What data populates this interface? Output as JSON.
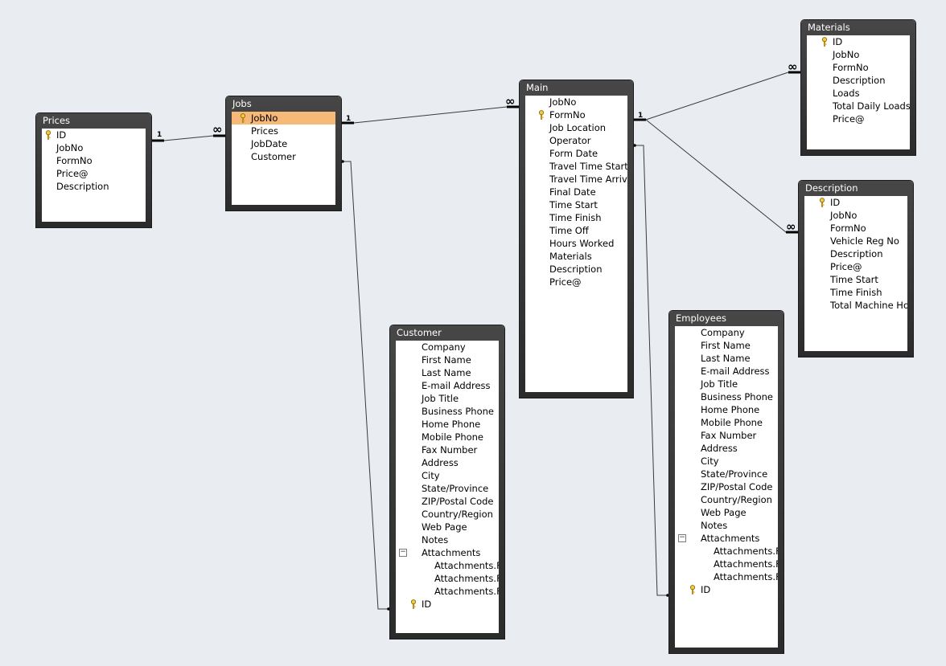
{
  "tables": [
    {
      "id": "prices",
      "name": "Prices",
      "fields": [
        {
          "name": "ID",
          "key": true
        },
        {
          "name": "JobNo"
        },
        {
          "name": "FormNo"
        },
        {
          "name": "Price@"
        },
        {
          "name": "Description"
        }
      ]
    },
    {
      "id": "jobs",
      "name": "Jobs",
      "fields": [
        {
          "name": "JobNo",
          "key": true,
          "selected": true
        },
        {
          "name": "Prices"
        },
        {
          "name": "JobDate"
        },
        {
          "name": "Customer"
        }
      ]
    },
    {
      "id": "main",
      "name": "Main",
      "fields": [
        {
          "name": "JobNo"
        },
        {
          "name": "FormNo",
          "key": true
        },
        {
          "name": "Job Location"
        },
        {
          "name": "Operator"
        },
        {
          "name": "Form Date"
        },
        {
          "name": "Travel Time Start"
        },
        {
          "name": "Travel Time Arrival"
        },
        {
          "name": "Final Date"
        },
        {
          "name": "Time Start"
        },
        {
          "name": "Time Finish"
        },
        {
          "name": "Time Off"
        },
        {
          "name": "Hours Worked"
        },
        {
          "name": "Materials"
        },
        {
          "name": "Description"
        },
        {
          "name": "Price@"
        }
      ]
    },
    {
      "id": "materials",
      "name": "Materials",
      "fields": [
        {
          "name": "ID",
          "key": true
        },
        {
          "name": "JobNo"
        },
        {
          "name": "FormNo"
        },
        {
          "name": "Description"
        },
        {
          "name": "Loads"
        },
        {
          "name": "Total Daily Loads"
        },
        {
          "name": "Price@"
        }
      ]
    },
    {
      "id": "description",
      "name": "Description",
      "fields": [
        {
          "name": "ID",
          "key": true
        },
        {
          "name": "JobNo"
        },
        {
          "name": "FormNo"
        },
        {
          "name": "Vehicle Reg No"
        },
        {
          "name": "Description"
        },
        {
          "name": "Price@"
        },
        {
          "name": "Time Start"
        },
        {
          "name": "Time Finish"
        },
        {
          "name": "Total Machine Hou"
        }
      ]
    },
    {
      "id": "customer",
      "name": "Customer",
      "fields": [
        {
          "name": "Company"
        },
        {
          "name": "First Name"
        },
        {
          "name": "Last Name"
        },
        {
          "name": "E-mail Address"
        },
        {
          "name": "Job Title"
        },
        {
          "name": "Business Phone"
        },
        {
          "name": "Home Phone"
        },
        {
          "name": "Mobile Phone"
        },
        {
          "name": "Fax Number"
        },
        {
          "name": "Address"
        },
        {
          "name": "City"
        },
        {
          "name": "State/Province"
        },
        {
          "name": "ZIP/Postal Code"
        },
        {
          "name": "Country/Region"
        },
        {
          "name": "Web Page"
        },
        {
          "name": "Notes"
        },
        {
          "name": "Attachments",
          "expander": "−"
        },
        {
          "name": "Attachments.File",
          "indent": true
        },
        {
          "name": "Attachments.File",
          "indent": true
        },
        {
          "name": "Attachments.File",
          "indent": true
        },
        {
          "name": "ID",
          "key": true
        }
      ]
    },
    {
      "id": "employees",
      "name": "Employees",
      "fields": [
        {
          "name": "Company"
        },
        {
          "name": "First Name"
        },
        {
          "name": "Last Name"
        },
        {
          "name": "E-mail Address"
        },
        {
          "name": "Job Title"
        },
        {
          "name": "Business Phone"
        },
        {
          "name": "Home Phone"
        },
        {
          "name": "Mobile Phone"
        },
        {
          "name": "Fax Number"
        },
        {
          "name": "Address"
        },
        {
          "name": "City"
        },
        {
          "name": "State/Province"
        },
        {
          "name": "ZIP/Postal Code"
        },
        {
          "name": "Country/Region"
        },
        {
          "name": "Web Page"
        },
        {
          "name": "Notes"
        },
        {
          "name": "Attachments",
          "expander": "−"
        },
        {
          "name": "Attachments.File",
          "indent": true
        },
        {
          "name": "Attachments.File",
          "indent": true
        },
        {
          "name": "Attachments.File",
          "indent": true
        },
        {
          "name": "ID",
          "key": true
        }
      ]
    }
  ],
  "relationships": [
    {
      "id": "prices-jobs",
      "from_label": "1",
      "to_label": "∞"
    },
    {
      "id": "jobs-main",
      "from_label": "1",
      "to_label": "∞"
    },
    {
      "id": "main-materials",
      "from_label": "1",
      "to_label": "∞"
    },
    {
      "id": "main-description",
      "from_label": "1",
      "to_label": "∞"
    },
    {
      "id": "jobs-customer"
    },
    {
      "id": "main-employees"
    }
  ],
  "colors": {
    "window_frame": "#333333",
    "selected_field": "#f7b978",
    "canvas": "#e9edf1",
    "line": "#3a3a3a"
  }
}
